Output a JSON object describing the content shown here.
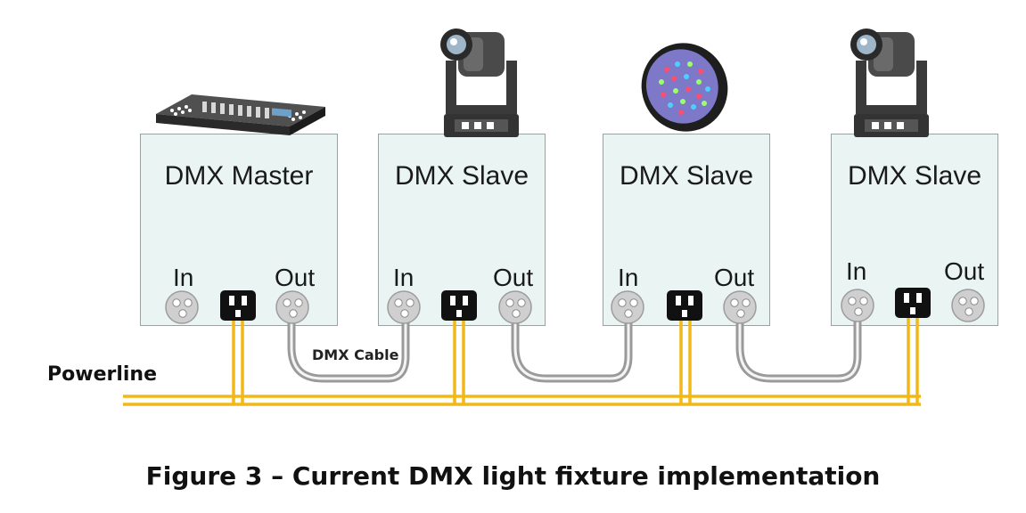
{
  "nodes": [
    {
      "title": "DMX Master",
      "in_label": "In",
      "out_label": "Out",
      "device": "dmx-controller"
    },
    {
      "title": "DMX Slave",
      "in_label": "In",
      "out_label": "Out",
      "device": "moving-head-light"
    },
    {
      "title": "DMX Slave",
      "in_label": "In",
      "out_label": "Out",
      "device": "led-par-light"
    },
    {
      "title": "DMX Slave",
      "in_label": "In",
      "out_label": "Out",
      "device": "moving-head-light"
    }
  ],
  "labels": {
    "powerline": "Powerline",
    "dmx_cable": "DMX Cable"
  },
  "caption": "Figure 3 – Current DMX light fixture implementation",
  "colors": {
    "box_fill": "#eaf5f3",
    "powerline": "#f2b818",
    "dmx_cable": "#a8a8a8",
    "connector_gray": "#cfcfcf",
    "power_socket": "#111111"
  }
}
